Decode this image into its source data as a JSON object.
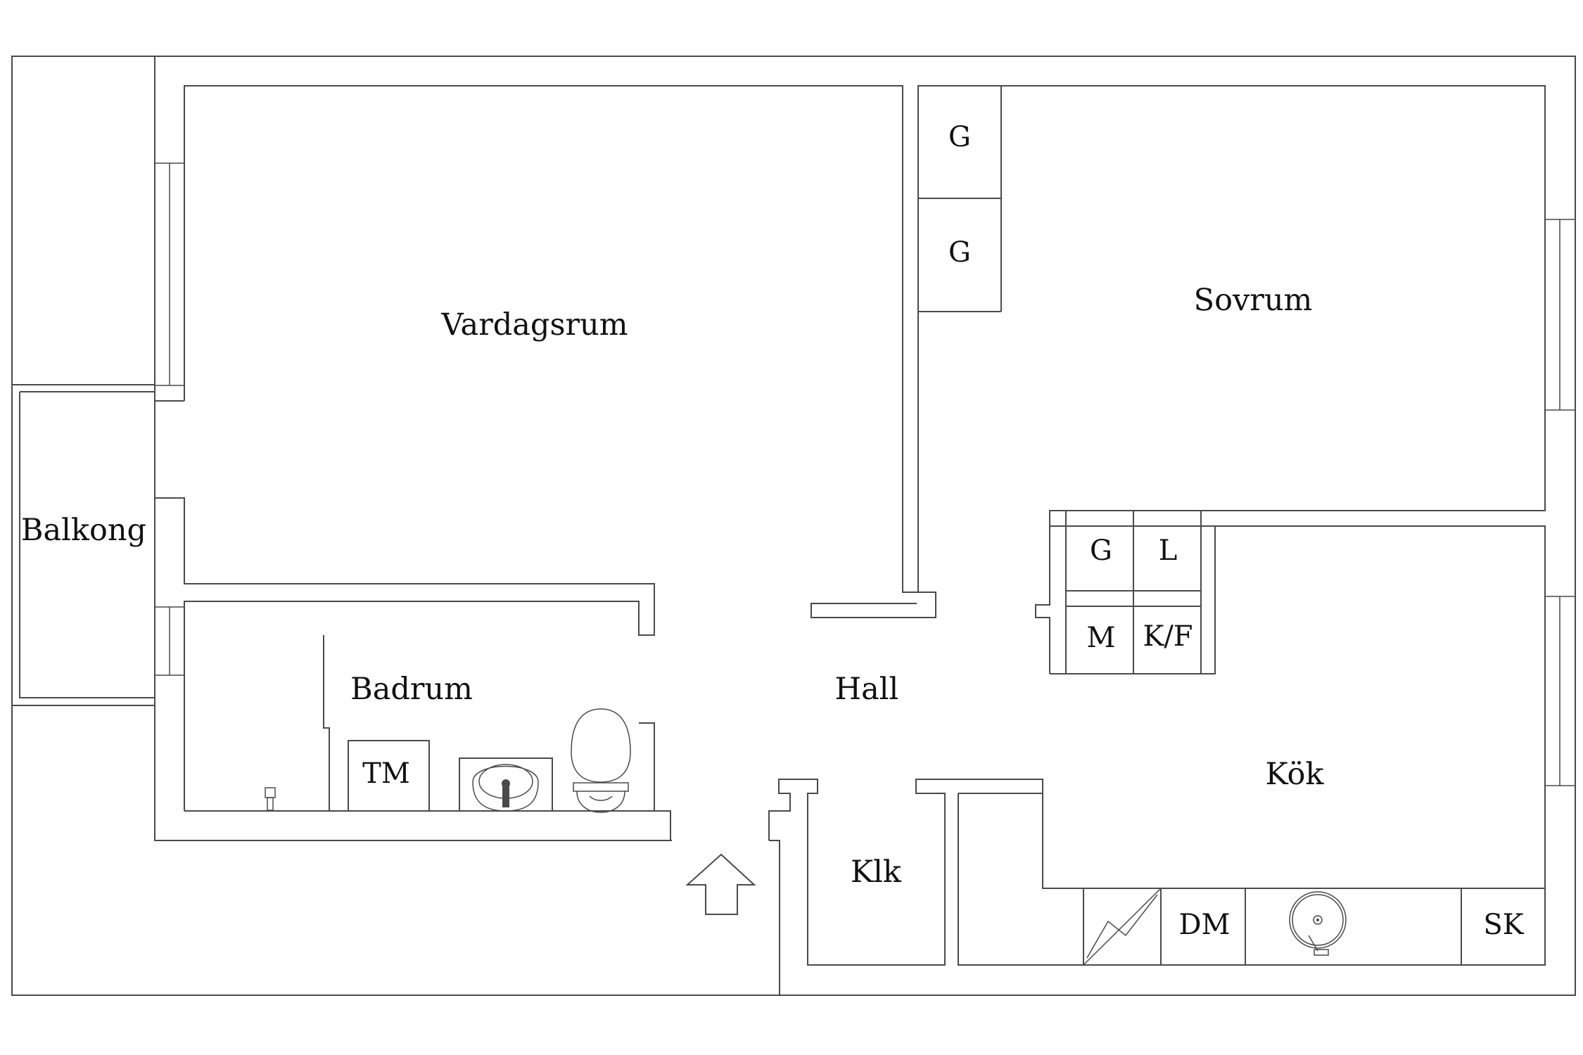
{
  "rooms": {
    "vardagsrum": "Vardagsrum",
    "sovrum": "Sovrum",
    "balkong": "Balkong",
    "badrum": "Badrum",
    "hall": "Hall",
    "kok": "Kök",
    "klk": "Klk"
  },
  "fixtures": {
    "garderob": "G",
    "linneskap": "L",
    "mikro": "M",
    "kyl_frys": "K/F",
    "tvattmaskin": "TM",
    "diskmaskin": "DM",
    "skap": "SK"
  },
  "entrance": {
    "icon": "entrance-arrow-icon"
  },
  "colors": {
    "line": "#4a4a4a",
    "text": "#111111",
    "background": "#ffffff"
  }
}
